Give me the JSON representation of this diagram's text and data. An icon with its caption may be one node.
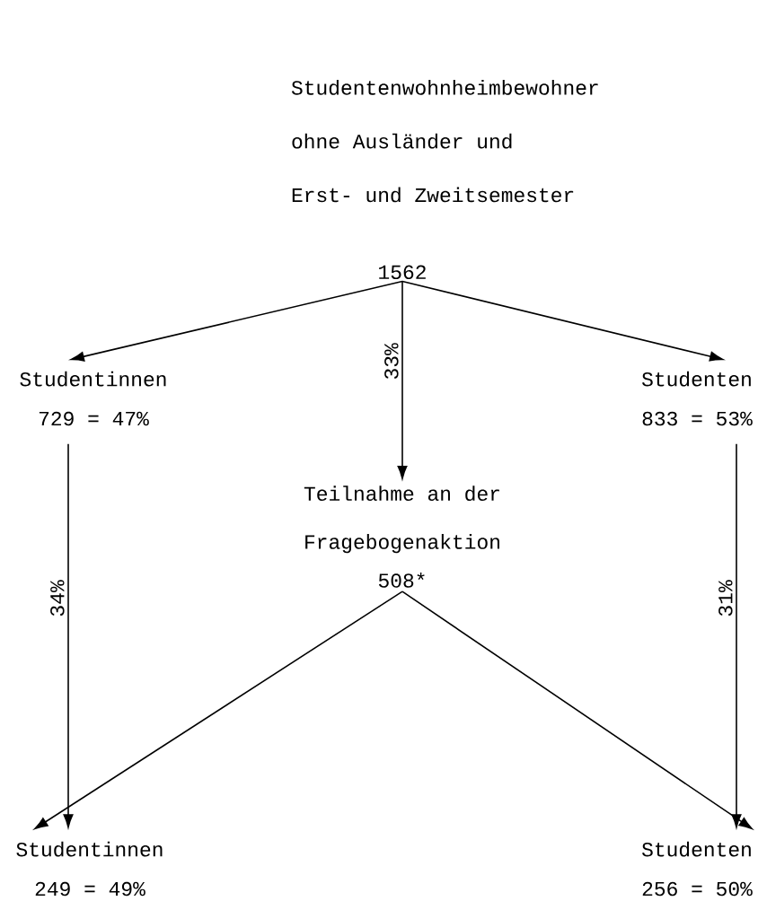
{
  "diagram": {
    "nodes": [
      {
        "text": [
          "Studentenwohnheimbewohner ohne Ausländer und Erst- und Zweitsemester",
          "1562"
        ]
      },
      {
        "text": [
          "Studentinnen",
          "729 = 47%"
        ]
      },
      {
        "text": [
          "Studenten",
          "833 = 53%"
        ]
      },
      {
        "text": [
          "Teilnahme an der Fragebogenaktion",
          "508*"
        ]
      },
      {
        "text": [
          "Studentinnen",
          "249 = 49%"
        ]
      },
      {
        "text": [
          "Studenten",
          "256 = 50%"
        ]
      }
    ],
    "edges": [
      {
        "from": 0,
        "to": 1,
        "arrow": "to"
      },
      {
        "from": 0,
        "to": 3,
        "arrow": "to",
        "label": "33%"
      },
      {
        "from": 0,
        "to": 2,
        "arrow": "to"
      },
      {
        "from": 1,
        "to": 4,
        "arrow": "to",
        "label": "34%"
      },
      {
        "from": 2,
        "to": 5,
        "arrow": "to",
        "label": "31%"
      },
      {
        "from": 3,
        "to": 4,
        "arrow": "to"
      },
      {
        "from": 3,
        "to": 5,
        "arrow": "to"
      }
    ]
  }
}
